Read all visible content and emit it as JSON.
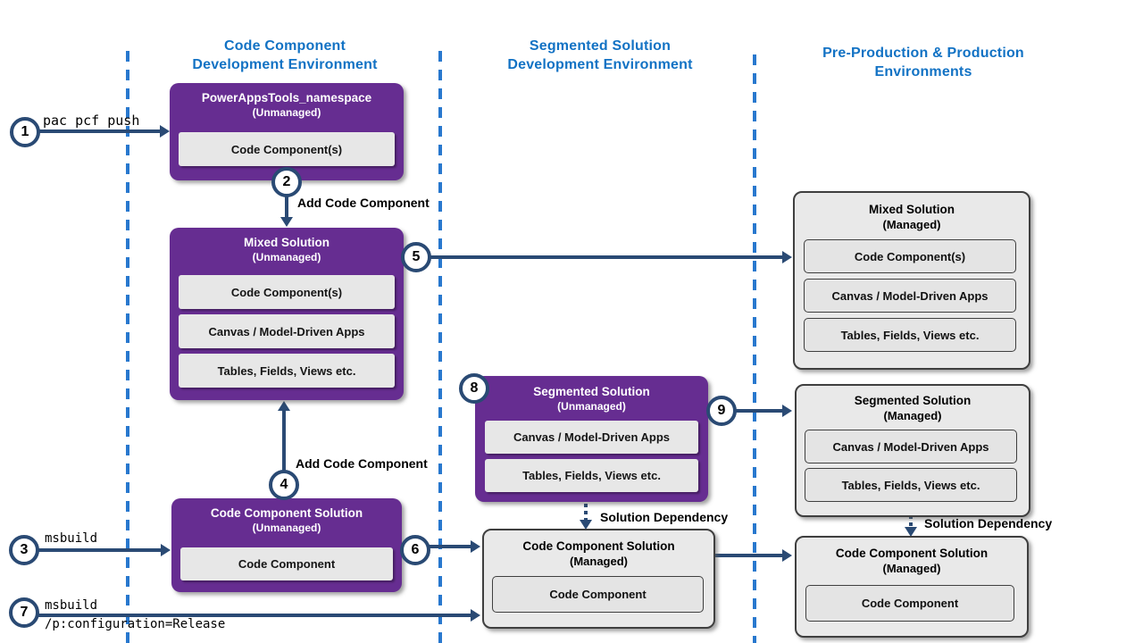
{
  "colors": {
    "purple": "#662D91",
    "navy": "#2A4A74",
    "header-blue": "#1272C4",
    "dash-blue": "#2878CE",
    "gray-fill": "#E9E9E9",
    "row-fill": "#E7E7E7",
    "row-fill2": "#E4E4E4",
    "gray-border": "#3F3F3F"
  },
  "headers": {
    "col1": {
      "line1": "Code Component",
      "line2": "Development Environment"
    },
    "col2": {
      "line1": "Segmented Solution",
      "line2": "Development Environment"
    },
    "col3": {
      "line1": "Pre-Production & Production",
      "line2": "Environments"
    }
  },
  "steps": {
    "s1": "1",
    "s2": "2",
    "s3": "3",
    "s4": "4",
    "s5": "5",
    "s6": "6",
    "s7": "7",
    "s8": "8",
    "s9": "9"
  },
  "labels": {
    "pac_pcf_push": "pac pcf push",
    "msbuild": "msbuild",
    "msbuild_release_line1": "msbuild",
    "msbuild_release_line2": "/p:configuration=Release",
    "add_code_component_top": "Add Code Component",
    "add_code_component_mid": "Add Code Component",
    "solution_dependency_mid": "Solution Dependency",
    "solution_dependency_right": "Solution Dependency"
  },
  "boxes": {
    "powerapps_tools": {
      "title": "PowerAppsTools_namespace",
      "subtitle": "(Unmanaged)",
      "items": [
        "Code Component(s)"
      ]
    },
    "mixed_unmanaged": {
      "title": "Mixed Solution",
      "subtitle": "(Unmanaged)",
      "items": [
        "Code Component(s)",
        "Canvas / Model-Driven Apps",
        "Tables, Fields, Views etc."
      ]
    },
    "ccs_unmanaged": {
      "title": "Code Component Solution",
      "subtitle": "(Unmanaged)",
      "items": [
        "Code Component"
      ]
    },
    "segmented_unmanaged": {
      "title": "Segmented Solution",
      "subtitle": "(Unmanaged)",
      "items": [
        "Canvas / Model-Driven Apps",
        "Tables, Fields, Views etc."
      ]
    },
    "ccs_managed_mid": {
      "title": "Code Component Solution",
      "subtitle": "(Managed)",
      "items": [
        "Code Component"
      ]
    },
    "mixed_managed": {
      "title": "Mixed Solution",
      "subtitle": "(Managed)",
      "items": [
        "Code Component(s)",
        "Canvas / Model-Driven Apps",
        "Tables, Fields, Views etc."
      ]
    },
    "segmented_managed": {
      "title": "Segmented Solution",
      "subtitle": "(Managed)",
      "items": [
        "Canvas / Model-Driven Apps",
        "Tables, Fields, Views etc."
      ]
    },
    "ccs_managed_right": {
      "title": "Code Component Solution",
      "subtitle": "(Managed)",
      "items": [
        "Code Component"
      ]
    }
  }
}
